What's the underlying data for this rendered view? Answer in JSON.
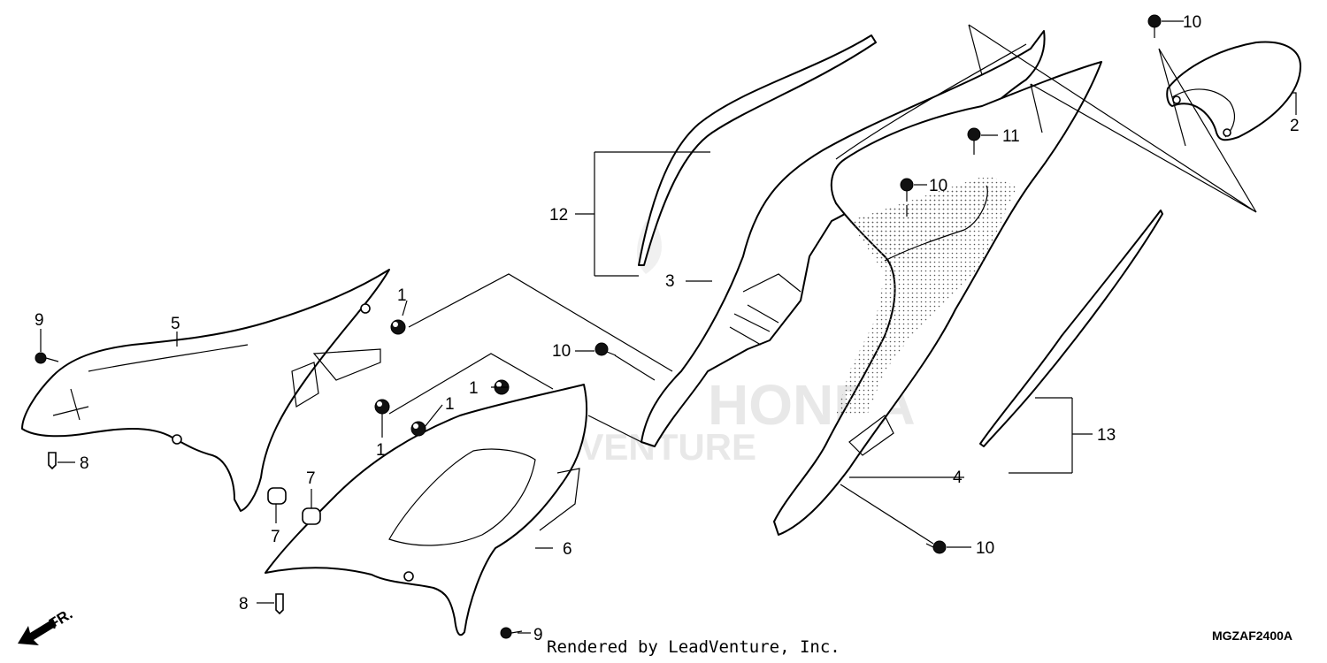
{
  "callouts": {
    "c1a": "1",
    "c1b": "1",
    "c1c": "1",
    "c1d": "1",
    "c2": "2",
    "c3": "3",
    "c4": "4",
    "c5": "5",
    "c6": "6",
    "c7a": "7",
    "c7b": "7",
    "c8a": "8",
    "c8b": "8",
    "c9a": "9",
    "c9b": "9",
    "c10a": "10",
    "c10b": "10",
    "c10c": "10",
    "c10d": "10",
    "c11": "11",
    "c12": "12",
    "c13": "13"
  },
  "footer": {
    "rendered_by": "Rendered by LeadVenture, Inc.",
    "diagram_code": "MGZAF2400A"
  },
  "direction": {
    "front_label": "FR."
  },
  "watermark": {
    "brand": "HONDA",
    "sub": "LEADVENTURE"
  }
}
